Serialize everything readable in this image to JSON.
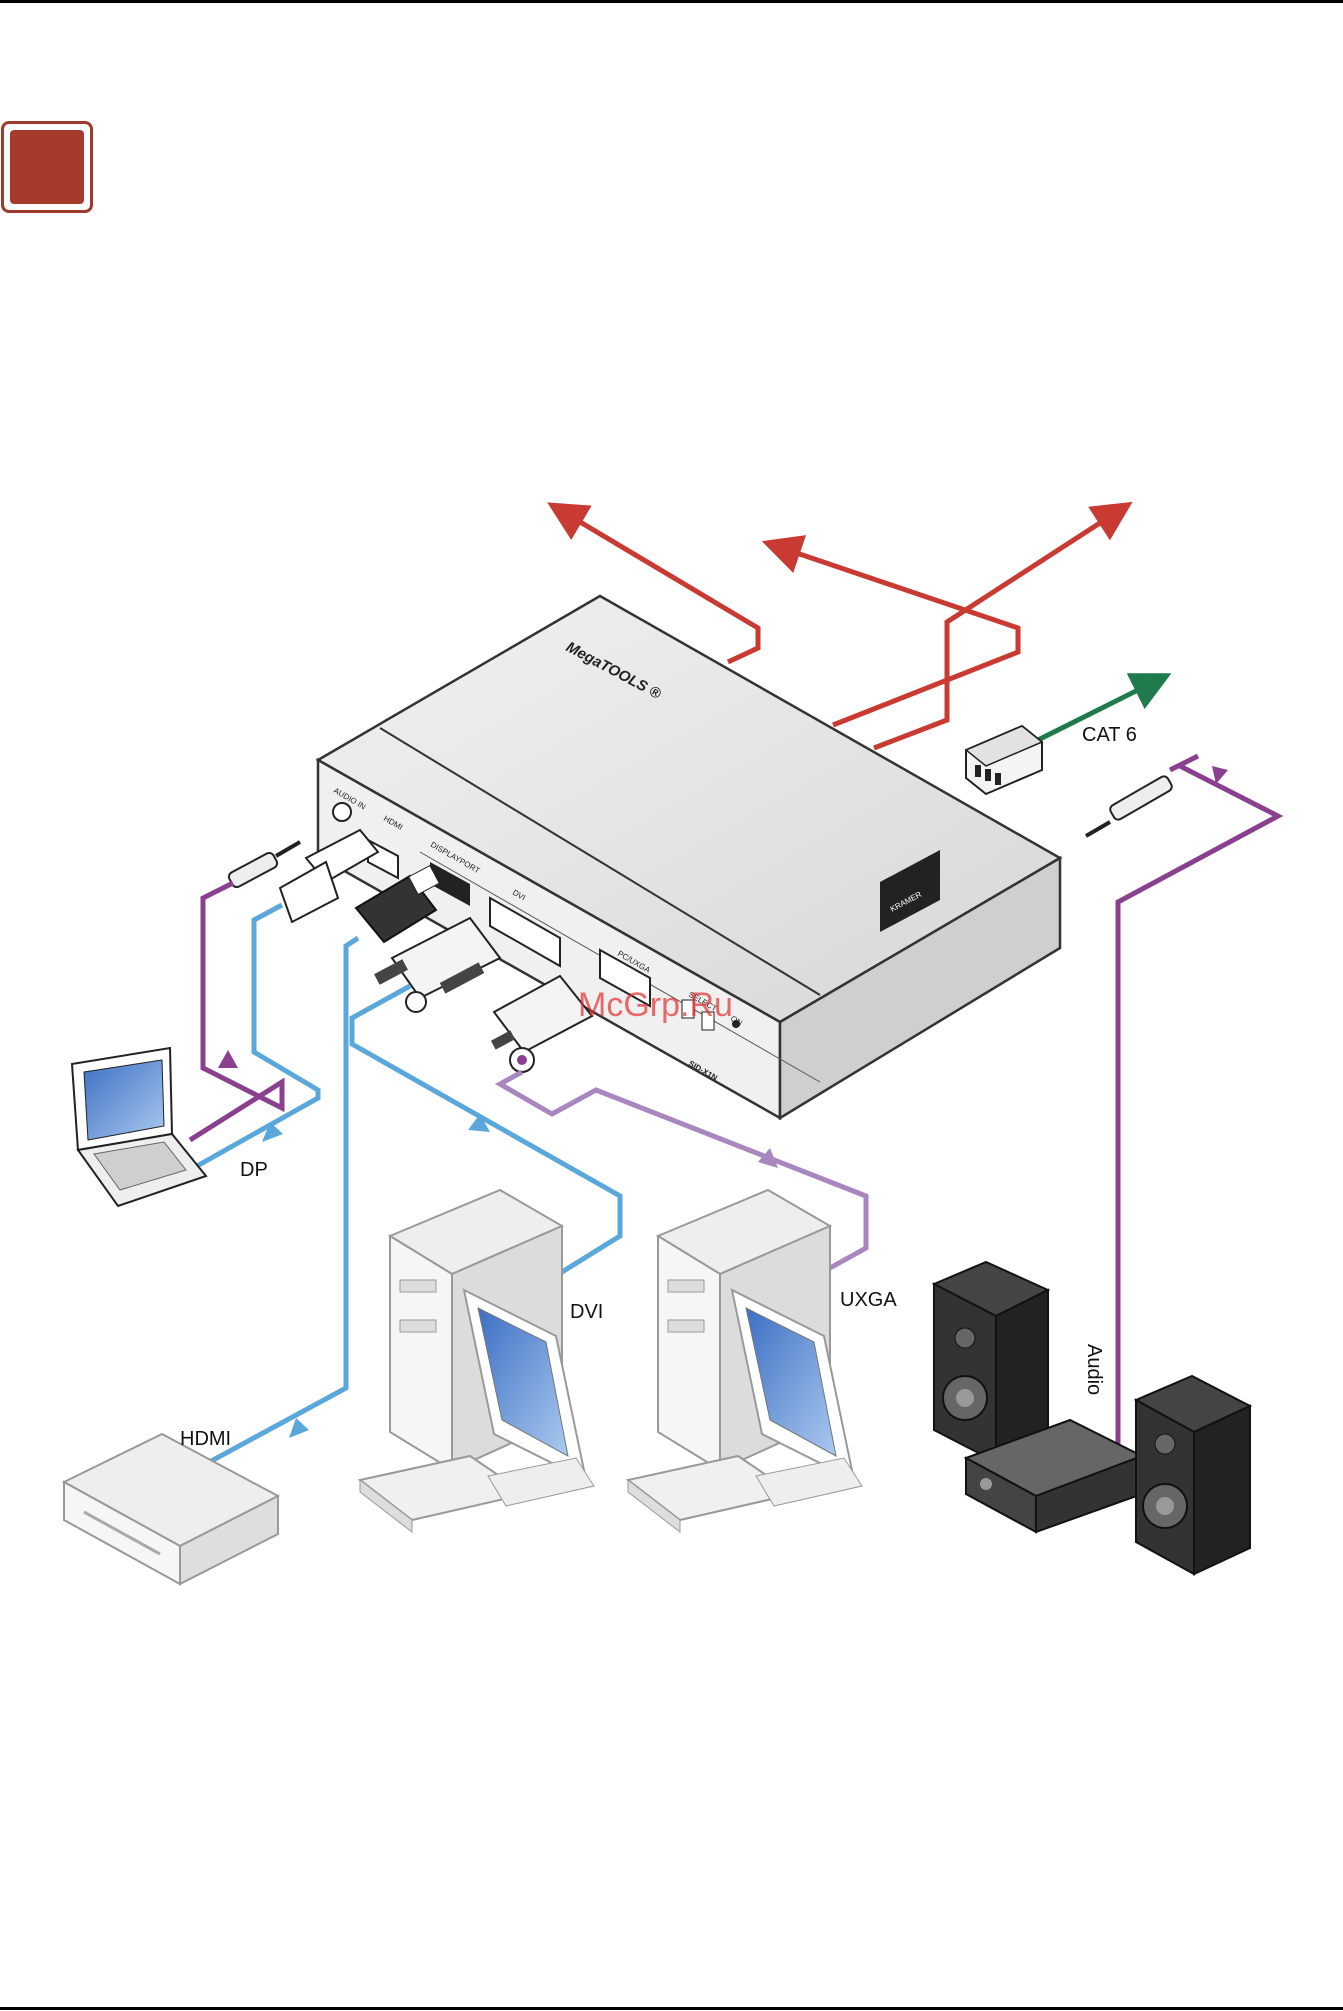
{
  "diagram": {
    "labels": {
      "cat6": "CAT 6",
      "dp": "DP",
      "dvi": "DVI",
      "uxga": "UXGA",
      "hdmi": "HDMI",
      "audio": "Audio"
    },
    "device": {
      "brand": "MegaTOOLS ®",
      "model": "SID-X1N",
      "logo": "KRAMER",
      "ports": {
        "audio_in": "AUDIO IN",
        "hdmi": "HDMI",
        "displayport": "DISPLAYPORT",
        "dvi": "DVI",
        "pc_uxga": "PC/UXGA",
        "select": "SELECT",
        "on": "ON"
      }
    },
    "watermark": "McGrp.Ru",
    "colors": {
      "red": "#c83a32",
      "blue": "#5aa7dc",
      "purple": "#8b3f8f",
      "light_purple": "#a887c0",
      "green": "#1f7a4c",
      "accent": "#a63a2c"
    },
    "icons": [
      "laptop-icon",
      "desktop-computer-icon",
      "dvd-player-icon",
      "speaker-icon",
      "amplifier-icon",
      "rj45-connector-icon",
      "audio-jack-icon"
    ]
  }
}
